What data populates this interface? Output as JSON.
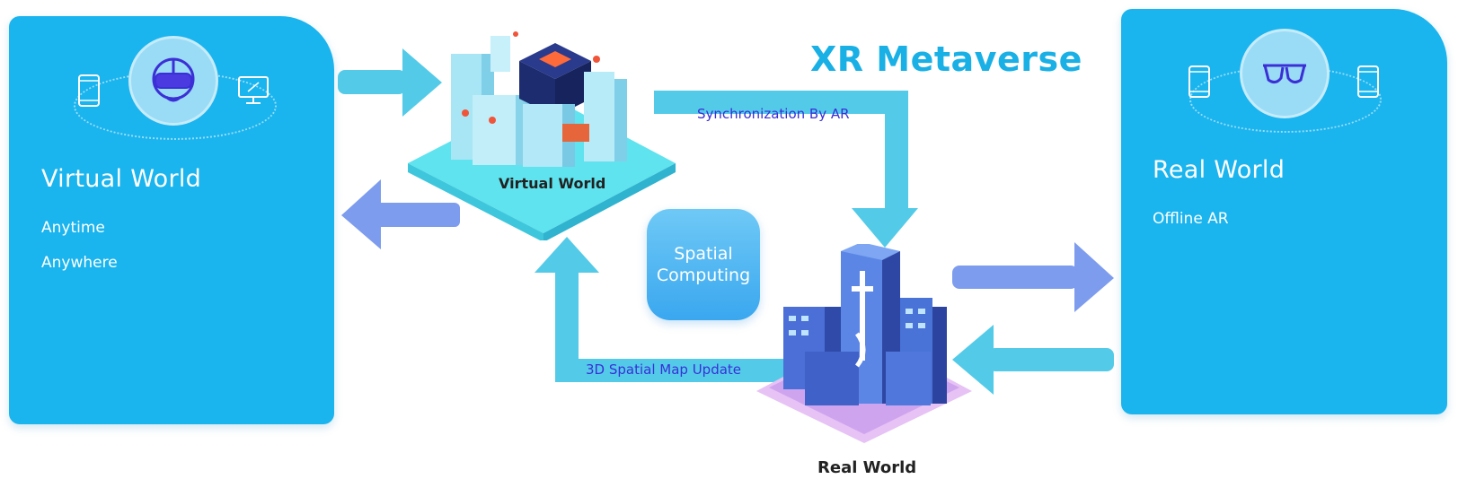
{
  "title": "XR Metaverse",
  "left_card": {
    "title": "Virtual World",
    "items": [
      "Anytime",
      "Anywhere"
    ]
  },
  "right_card": {
    "title": "Real World",
    "items": [
      "Offline AR"
    ]
  },
  "scenes": {
    "virtual_label": "Virtual World",
    "real_label": "Real World"
  },
  "flows": {
    "sync_label": "Synchronization By AR",
    "map_label": "3D Spatial Map Update"
  },
  "center_box": {
    "line1": "Spatial",
    "line2": "Computing"
  },
  "icons": {
    "left": [
      "vr-headset-icon",
      "smartphone-icon",
      "monitor-icon"
    ],
    "right": [
      "ar-glasses-icon",
      "smartphone-icon",
      "smartphone-icon"
    ]
  },
  "colors": {
    "card": "#1ab4ee",
    "arrow_light": "#53cbe8",
    "arrow_purple": "#7d9cee",
    "title": "#19b0e6",
    "flow_text": "#3a2fd8"
  }
}
